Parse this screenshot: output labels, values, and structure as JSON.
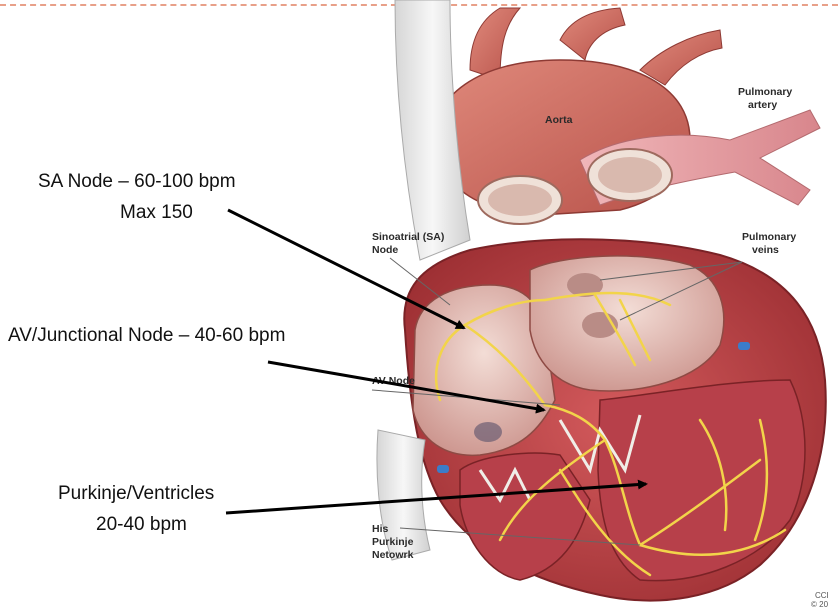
{
  "callouts": {
    "sa_node_line1": "SA Node – 60-100 bpm",
    "sa_node_line2": "Max 150",
    "av_node": "AV/Junctional Node – 40-60 bpm",
    "purkinje_line1": "Purkinje/Ventricles",
    "purkinje_line2": "20-40 bpm"
  },
  "heart_labels": {
    "aorta": "Aorta",
    "pulmonary_artery_line1": "Pulmonary",
    "pulmonary_artery_line2": "artery",
    "sa_node_line1": "Sinoatrial (SA)",
    "sa_node_line2": "Node",
    "pulmonary_veins_line1": "Pulmonary",
    "pulmonary_veins_line2": "veins",
    "av_node": "AV Node",
    "his_line1": "His",
    "his_line2": "Purkinje",
    "his_line3": "Netowrk",
    "copyright_line1": "CCI",
    "copyright_line2": "© 20"
  },
  "colors": {
    "muscle": "#c0474a",
    "muscle_dark": "#8e2a2e",
    "chamber": "#e8c8c0",
    "vessel": "#d9766a",
    "pulmonary": "#e9a3a6",
    "vena_cava": "#ececec",
    "conduction": "#f2d44a",
    "arrow": "#000000",
    "top_rule": "#e8a089"
  }
}
